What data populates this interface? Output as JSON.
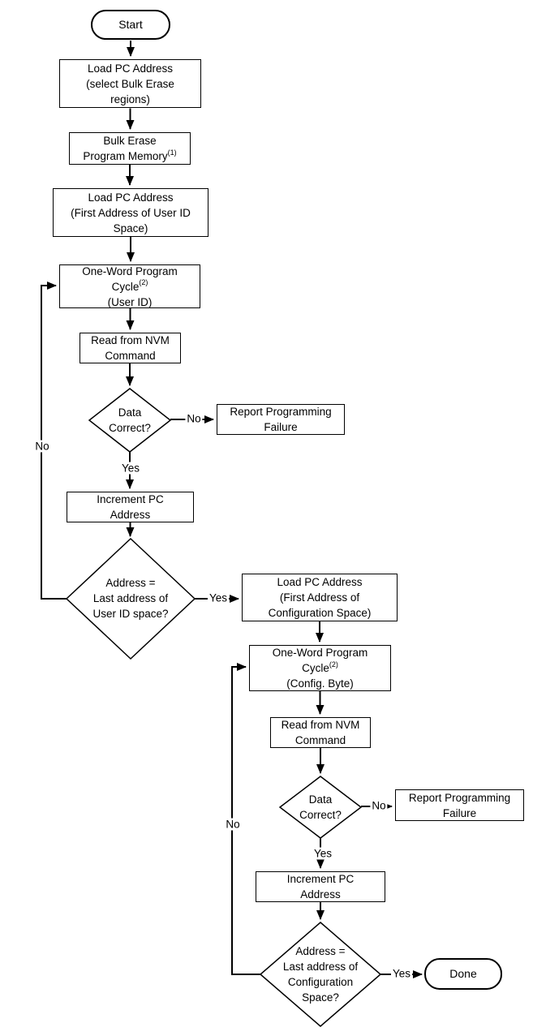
{
  "figure": {
    "background": "#ffffff",
    "line_color": "#000000",
    "text_color": "#000000"
  },
  "nodes": {
    "start": {
      "label": "Start"
    },
    "load_pc_bulk": {
      "lines": [
        "Load PC Address",
        "(select Bulk Erase",
        "regions)"
      ]
    },
    "bulk_erase": {
      "line1": "Bulk Erase",
      "line2": "Program Memory",
      "sup": "(1)"
    },
    "load_pc_userid": {
      "lines": [
        "Load PC Address",
        "(First Address of User ID",
        "Space)"
      ]
    },
    "one_word_userid": {
      "line1": "One-Word Program",
      "line2": "Cycle",
      "sup": "(2)",
      "line3": "(User ID)"
    },
    "read_nvm_1": {
      "lines": [
        "Read from NVM",
        "Command"
      ]
    },
    "data_correct_1": {
      "lines": [
        "Data",
        "Correct?"
      ]
    },
    "report_failure_1": {
      "lines": [
        "Report Programming",
        "Failure"
      ]
    },
    "increment_pc_1": {
      "lines": [
        "Increment PC",
        "Address"
      ]
    },
    "last_userid": {
      "lines": [
        "Address =",
        "Last address of",
        "User ID space?"
      ]
    },
    "load_pc_config": {
      "lines": [
        "Load PC Address",
        "(First Address of",
        "Configuration Space)"
      ]
    },
    "one_word_config": {
      "line1": "One-Word Program",
      "line2": "Cycle",
      "sup": "(2)",
      "line3": "(Config. Byte)"
    },
    "read_nvm_2": {
      "lines": [
        "Read from NVM",
        "Command"
      ]
    },
    "data_correct_2": {
      "lines": [
        "Data",
        "Correct?"
      ]
    },
    "report_failure_2": {
      "lines": [
        "Report Programming",
        "Failure"
      ]
    },
    "increment_pc_2": {
      "lines": [
        "Increment PC",
        "Address"
      ]
    },
    "last_config": {
      "lines": [
        "Address =",
        "Last address of",
        "Configuration",
        "Space?"
      ]
    },
    "done": {
      "label": "Done"
    }
  },
  "edge_labels": {
    "data1_no": "No",
    "data1_yes": "Yes",
    "loop1_no": "No",
    "userid_yes": "Yes",
    "data2_no": "No",
    "data2_yes": "Yes",
    "loop2_no": "No",
    "config_yes": "Yes"
  }
}
